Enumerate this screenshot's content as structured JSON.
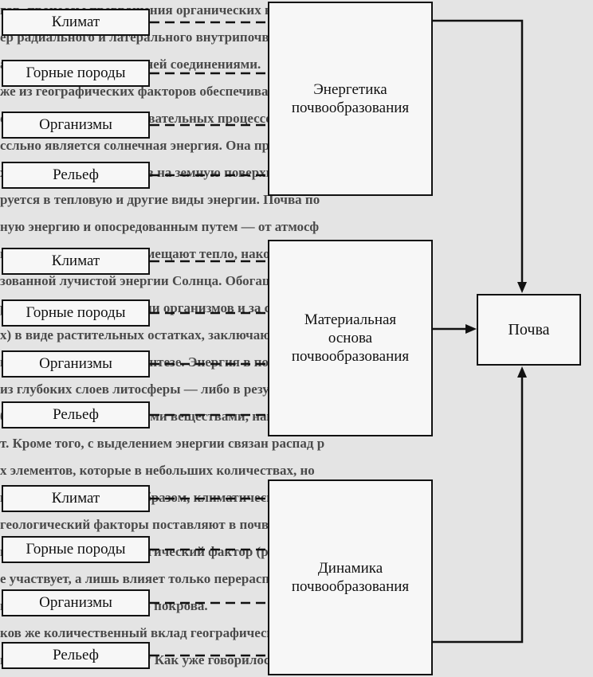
{
  "groups": [
    {
      "title": "Энергетика почвообразования",
      "factors": [
        "Климат",
        "Горные породы",
        "Организмы",
        "Рельеф"
      ]
    },
    {
      "title": "Материальная основа почвообразования",
      "factors": [
        "Климат",
        "Горные породы",
        "Организмы",
        "Рельеф"
      ]
    },
    {
      "title": "Динамика почвообразования",
      "factors": [
        "Климат",
        "Горные породы",
        "Организмы",
        "Рельеф"
      ]
    }
  ],
  "target": {
    "label": "Почва"
  },
  "background_text": [
    "гар, процессы превращения органических веществ, ка",
    "ер радиального и латерального внутрипочвенного пере",
    "аги с растворенными в ней соединениями.",
    "же из географических факторов обеспечивают энерг",
    "отребности почвообразовательных процессов? Основным источником",
    "ссльно является солнечная энергия. Она приходит",
    "х радиационных потоков на земную поверхность, где",
    "руется в тепловую и другие виды энергии. Почва по",
    "ную энергию и опосредованным путем — от атмосф",
    "ных масс, которые перемещают тепло, накопившееся",
    "зованной лучистой энергии Солнца. Обогащение почвы",
    "роисходит при отмирании организмов и за счет поступл",
    "х) в виде растительных остатках, заключающих сол",
    "ь, связанная при фотосинтезе. Энергия в почву пр",
    "из глубоких слоев литосферы — либо в результате тепл",
    "бо с различными летучими веществами, например, у",
    "т. Кроме того, с выделением энергии связан распад р",
    "х элементов, которые в небольших количествах, но",
    "ются в почвах. Таким образом, климатический, биоло",
    "геологический факторы поставляют в почву то или ин",
    "но энергии. Геоморфологический фактор (рельеф) не",
    "е участвует, а лишь влияет только перераспределение",
    "поверхности почвенного покрова.",
    "ков же количественный вклад географических факт",
    "гику почвообразования? Как уже говорилось, только"
  ]
}
